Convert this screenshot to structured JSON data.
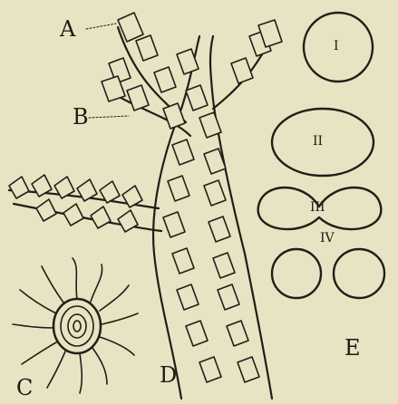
{
  "labels": {
    "A": "A",
    "B": "B",
    "C": "C",
    "D": "D",
    "E": "E"
  },
  "sections": {
    "I": "I",
    "II": "II",
    "III": "III",
    "IV": "IV"
  }
}
